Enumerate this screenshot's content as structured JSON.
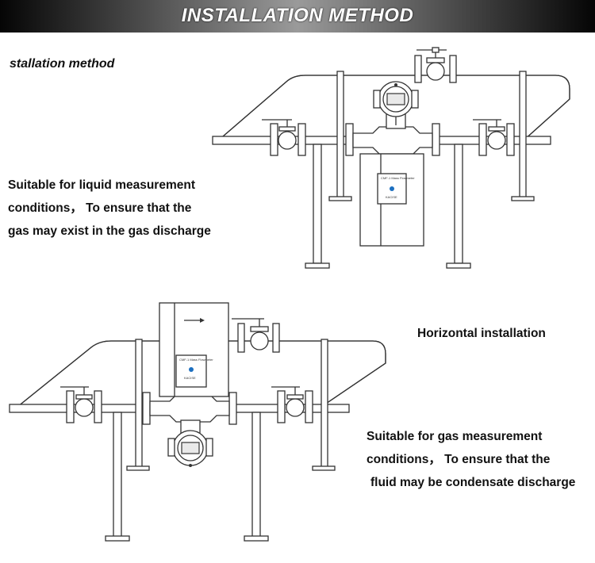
{
  "header": {
    "title": "INSTALLATION METHOD"
  },
  "section": {
    "title": "stallation method"
  },
  "vertical": {
    "lines": [
      "Suitable for liquid measurement",
      "conditions， To ensure that the",
      "gas may exist in the gas discharge"
    ]
  },
  "horizontal": {
    "title": "Horizontal installation",
    "lines": [
      "Suitable for gas measurement",
      "conditions， To ensure that the",
      "fluid may be condensate discharge"
    ]
  }
}
